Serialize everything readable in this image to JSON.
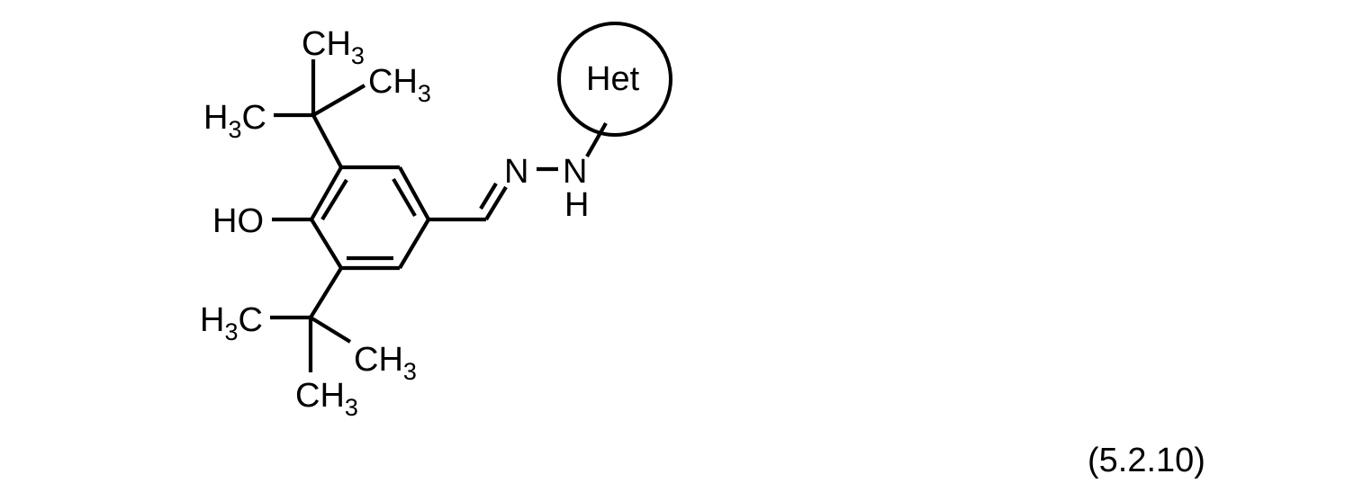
{
  "figure": {
    "caption": "(5.2.10)",
    "het_label": "Het",
    "labels": {
      "top_tbu_methyl_top": {
        "main": "CH",
        "sub": "3"
      },
      "top_tbu_methyl_right": {
        "main": "CH",
        "sub": "3"
      },
      "top_tbu_methyl_left": {
        "pre": "H",
        "sub": "3",
        "main": "C"
      },
      "hydroxyl": "HO",
      "bottom_tbu_methyl_left": {
        "pre": "H",
        "sub": "3",
        "main": "C"
      },
      "bottom_tbu_methyl_right": {
        "main": "CH",
        "sub": "3"
      },
      "bottom_tbu_methyl_bottom": {
        "main": "CH",
        "sub": "3"
      },
      "imine_nitrogen": "N",
      "amine_nitrogen": "N",
      "amine_hydrogen": "H"
    },
    "description": "3,5-di-tert-butyl-4-hydroxybenzaldehyde hydrazone of a heteroaryl (Het) group",
    "colors": {
      "stroke": "#000000",
      "background": "#ffffff"
    }
  }
}
